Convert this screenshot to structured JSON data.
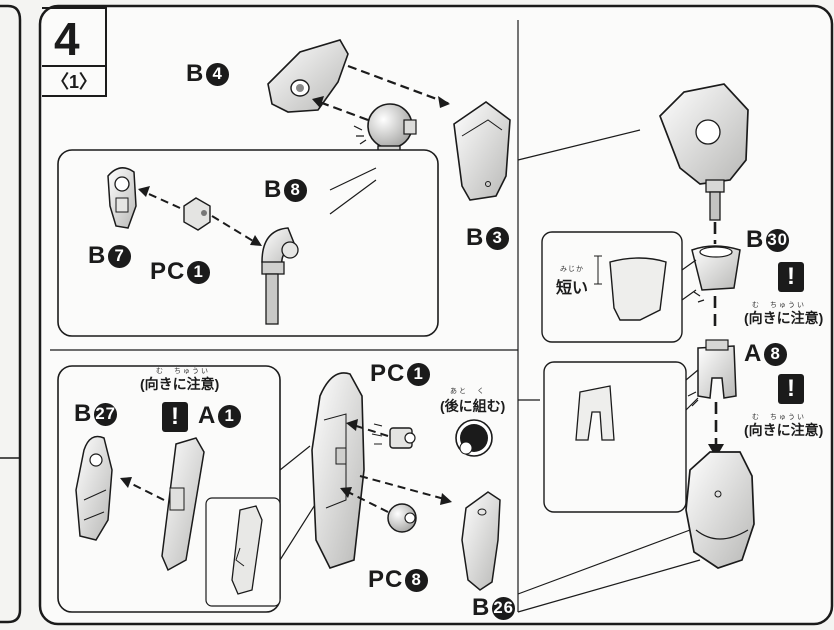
{
  "step": {
    "number": "4",
    "substep": "〈1〉"
  },
  "top_panel": {
    "part_b4": {
      "letter": "B",
      "num": "4"
    },
    "part_b3": {
      "letter": "B",
      "num": "3"
    },
    "inset": {
      "part_b7": {
        "letter": "B",
        "num": "7"
      },
      "part_pc1": {
        "letter": "PC",
        "num": "1"
      },
      "part_b8": {
        "letter": "B",
        "num": "8"
      }
    }
  },
  "bottom_panel": {
    "direction_note": "(向きに注意)",
    "direction_note_ruby": "む　ちゅうい",
    "part_b27": {
      "letter": "B",
      "num": "27"
    },
    "part_a1": {
      "letter": "A",
      "num": "1"
    },
    "part_pc1": {
      "letter": "PC",
      "num": "1"
    },
    "later_note": "(後に組む)",
    "later_note_ruby": "あと　く",
    "part_pc8": {
      "letter": "PC",
      "num": "8"
    },
    "part_b26": {
      "letter": "B",
      "num": "26"
    }
  },
  "right_panel": {
    "part_b30": {
      "letter": "B",
      "num": "30"
    },
    "b30_note": "(向きに注意)",
    "b30_note_ruby": "む　ちゅうい",
    "short_label": "短い",
    "short_label_ruby": "みじか",
    "part_a8": {
      "letter": "A",
      "num": "8"
    },
    "a8_note": "(向きに注意)",
    "a8_note_ruby": "む　ちゅうい"
  },
  "warning_glyph": "!",
  "colors": {
    "ink": "#1b1b1b",
    "paper": "#f4f4f2",
    "part_fill": "#e6e6e4",
    "part_shade": "#b4b4b2"
  }
}
